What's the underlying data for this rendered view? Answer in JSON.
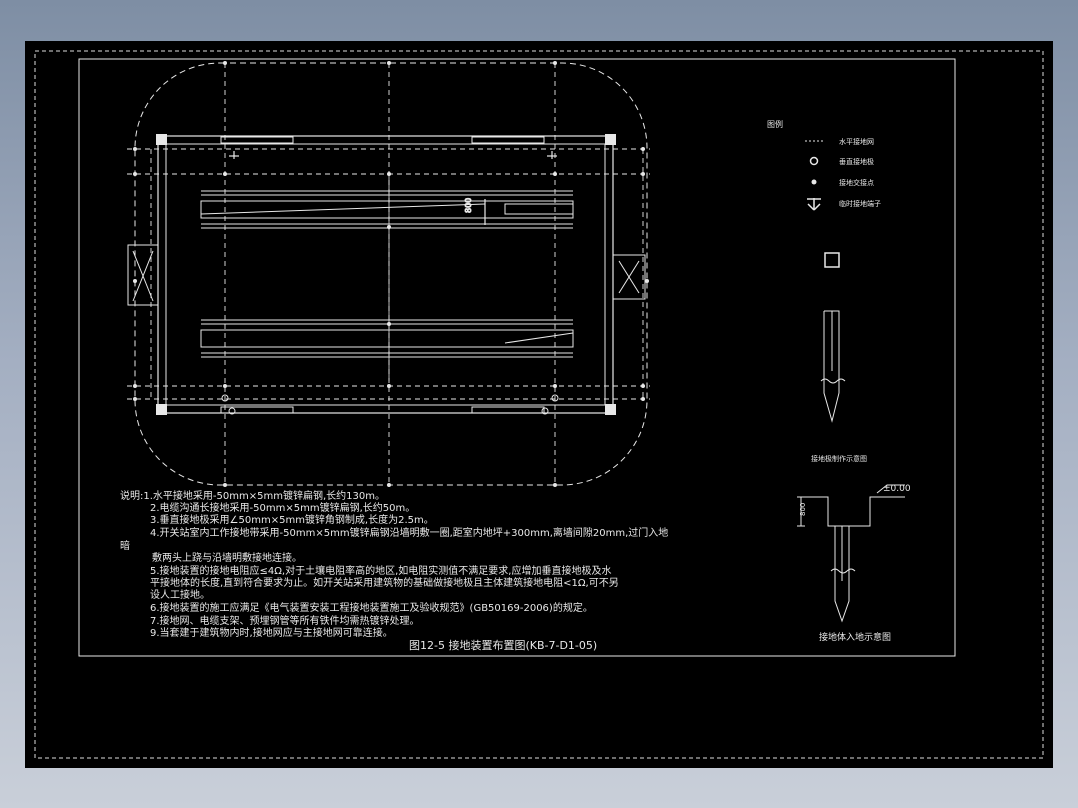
{
  "legend": {
    "title": "图例",
    "items": [
      {
        "symbol": "horizontal-line",
        "label": "水平接地网"
      },
      {
        "symbol": "ring",
        "label": "垂直接地极"
      },
      {
        "symbol": "dot",
        "label": "接地交接点"
      },
      {
        "symbol": "arrow-down",
        "label": "临时接地端子"
      }
    ]
  },
  "detail_labels": {
    "electrode": "接地极制作示意图",
    "buried": "接地体入地示意图",
    "depth": "800",
    "elevation": "±0.00"
  },
  "plan": {
    "dim_800": "800"
  },
  "notes": {
    "lines": [
      "说明:1.水平接地采用-50mm×5mm镀锌扁钢,长约130m。",
      "2.电缆沟通长接地采用-50mm×5mm镀锌扁钢,长约50m。",
      "3.垂直接地极采用∠50mm×5mm镀锌角钢制成,长度为2.5m。",
      "4.开关站室内工作接地带采用-50mm×5mm镀锌扁钢沿墙明敷一圈,距室内地坪+300mm,离墙间隙20mm,过门入地",
      "暗",
      "敷两头上跷与沿墙明敷接地连接。",
      "5.接地装置的接地电阻应≤4Ω,对于土壤电阻率高的地区,如电阻实测值不满足要求,应增加垂直接地极及水",
      "平接地体的长度,直到符合要求为止。如开关站采用建筑物的基础做接地极且主体建筑接地电阻<1Ω,可不另",
      "设人工接地。",
      "6.接地装置的施工应满足《电气装置安装工程接地装置施工及验收规范》(GB50169-2006)的规定。",
      "7.接地网、电缆支架、预埋钢管等所有铁件均需热镀锌处理。",
      "9.当套建于建筑物内时,接地网应与主接地网可靠连接。"
    ]
  },
  "caption": "图12-5 接地装置布置图(KB-7-D1-05)"
}
